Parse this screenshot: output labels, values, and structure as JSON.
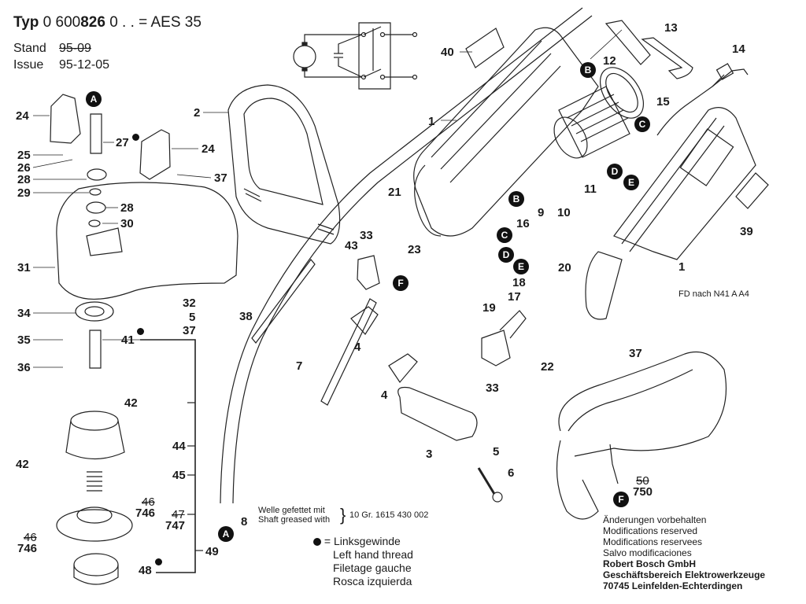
{
  "header": {
    "type_prefix": "Typ",
    "type_number_a": "0 600",
    "type_number_b": "826",
    "type_suffix": "0 . . = AES 35",
    "stand_label": "Stand",
    "stand_value": "95-09",
    "issue_label": "Issue",
    "issue_value": "95-12-05"
  },
  "part_labels": [
    {
      "id": "24a",
      "text": "24"
    },
    {
      "id": "27",
      "text": "27"
    },
    {
      "id": "25",
      "text": "25"
    },
    {
      "id": "26",
      "text": "26"
    },
    {
      "id": "28a",
      "text": "28"
    },
    {
      "id": "29",
      "text": "29"
    },
    {
      "id": "28b",
      "text": "28"
    },
    {
      "id": "30",
      "text": "30"
    },
    {
      "id": "31",
      "text": "31"
    },
    {
      "id": "34",
      "text": "34"
    },
    {
      "id": "35",
      "text": "35"
    },
    {
      "id": "36",
      "text": "36"
    },
    {
      "id": "41",
      "text": "41"
    },
    {
      "id": "42a",
      "text": "42"
    },
    {
      "id": "42b",
      "text": "42"
    },
    {
      "id": "44",
      "text": "44"
    },
    {
      "id": "45",
      "text": "45"
    },
    {
      "id": "46a_old",
      "text": "46"
    },
    {
      "id": "746a",
      "text": "746"
    },
    {
      "id": "47_old",
      "text": "47"
    },
    {
      "id": "747",
      "text": "747"
    },
    {
      "id": "46b_old",
      "text": "46"
    },
    {
      "id": "746b",
      "text": "746"
    },
    {
      "id": "48",
      "text": "48"
    },
    {
      "id": "49",
      "text": "49"
    },
    {
      "id": "2",
      "text": "2"
    },
    {
      "id": "24b",
      "text": "24"
    },
    {
      "id": "37a",
      "text": "37"
    },
    {
      "id": "32",
      "text": "32"
    },
    {
      "id": "5a",
      "text": "5"
    },
    {
      "id": "37b",
      "text": "37"
    },
    {
      "id": "38",
      "text": "38"
    },
    {
      "id": "7",
      "text": "7"
    },
    {
      "id": "8",
      "text": "8"
    },
    {
      "id": "40",
      "text": "40"
    },
    {
      "id": "1a",
      "text": "1"
    },
    {
      "id": "21",
      "text": "21"
    },
    {
      "id": "43",
      "text": "43"
    },
    {
      "id": "33a",
      "text": "33"
    },
    {
      "id": "23",
      "text": "23"
    },
    {
      "id": "4a",
      "text": "4"
    },
    {
      "id": "4b",
      "text": "4"
    },
    {
      "id": "3",
      "text": "3"
    },
    {
      "id": "5b",
      "text": "5"
    },
    {
      "id": "6",
      "text": "6"
    },
    {
      "id": "16",
      "text": "16"
    },
    {
      "id": "18",
      "text": "18"
    },
    {
      "id": "17",
      "text": "17"
    },
    {
      "id": "19",
      "text": "19"
    },
    {
      "id": "33b",
      "text": "33"
    },
    {
      "id": "22",
      "text": "22"
    },
    {
      "id": "9",
      "text": "9"
    },
    {
      "id": "10",
      "text": "10"
    },
    {
      "id": "11",
      "text": "11"
    },
    {
      "id": "12",
      "text": "12"
    },
    {
      "id": "13",
      "text": "13"
    },
    {
      "id": "14",
      "text": "14"
    },
    {
      "id": "15",
      "text": "15"
    },
    {
      "id": "20",
      "text": "20"
    },
    {
      "id": "1b",
      "text": "1"
    },
    {
      "id": "39",
      "text": "39"
    },
    {
      "id": "37c",
      "text": "37"
    },
    {
      "id": "50_old",
      "text": "50"
    },
    {
      "id": "750",
      "text": "750"
    }
  ],
  "callouts": {
    "A": "A",
    "B": "B",
    "C": "C",
    "D": "D",
    "E": "E",
    "F": "F"
  },
  "notes": {
    "fd": "FD nach N41 A A4",
    "grease_de": "Welle gefettet mit",
    "grease_en": "Shaft greased with",
    "grease_part": "10 Gr. 1615 430 002"
  },
  "legend": {
    "symbol_eq": "=",
    "lines": [
      "Linksgewinde",
      "Left hand thread",
      "Filetage gauche",
      "Rosca izquierda"
    ]
  },
  "footer": {
    "lines": [
      "Änderungen vorbehalten",
      "Modifications reserved",
      "Modifications reservees",
      "Salvo modificaciones"
    ],
    "company": "Robert Bosch GmbH",
    "division": "Geschäftsbereich Elektrowerkzeuge",
    "address": "70745 Leinfelden-Echterdingen"
  }
}
